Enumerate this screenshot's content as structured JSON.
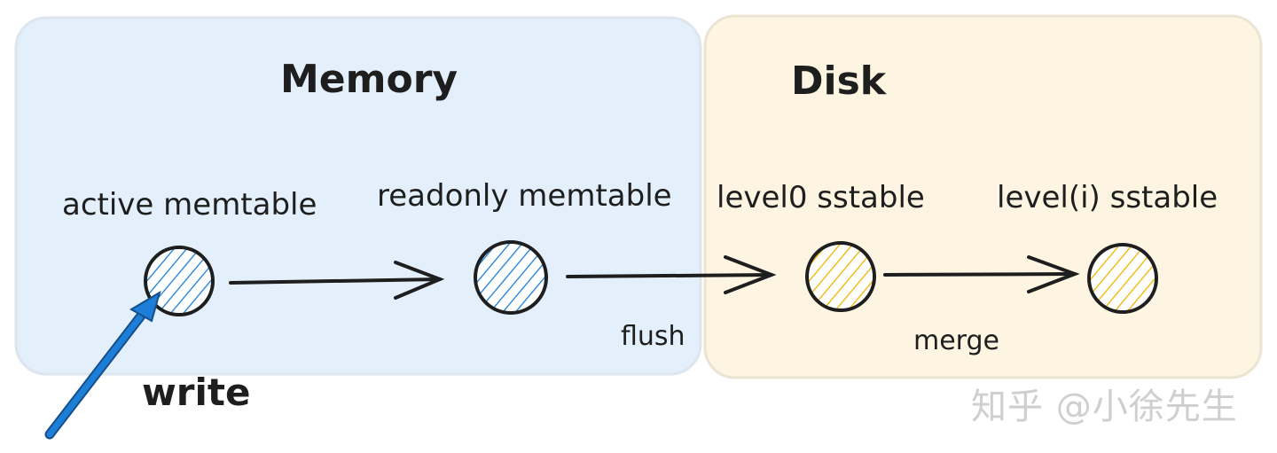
{
  "regions": {
    "memory": {
      "title": "Memory",
      "fill": "#e3f0fb",
      "stroke": "#dde6ee"
    },
    "disk": {
      "title": "Disk",
      "fill": "#fdf5e2",
      "stroke": "#ece4d2"
    }
  },
  "nodes": {
    "active_memtable": {
      "label": "active memtable",
      "color": "#1c7ed6"
    },
    "readonly_memtable": {
      "label": "readonly memtable",
      "color": "#1c7ed6"
    },
    "level0_sstable": {
      "label": "level0 sstable",
      "color": "#f0b400"
    },
    "leveli_sstable": {
      "label": "level(i) sstable",
      "color": "#f0b400"
    }
  },
  "edges": {
    "flush": {
      "label": "flush"
    },
    "merge": {
      "label": "merge"
    }
  },
  "write": {
    "label": "write",
    "color": "#1c7ed6"
  },
  "watermark": "知乎 @小徐先生"
}
